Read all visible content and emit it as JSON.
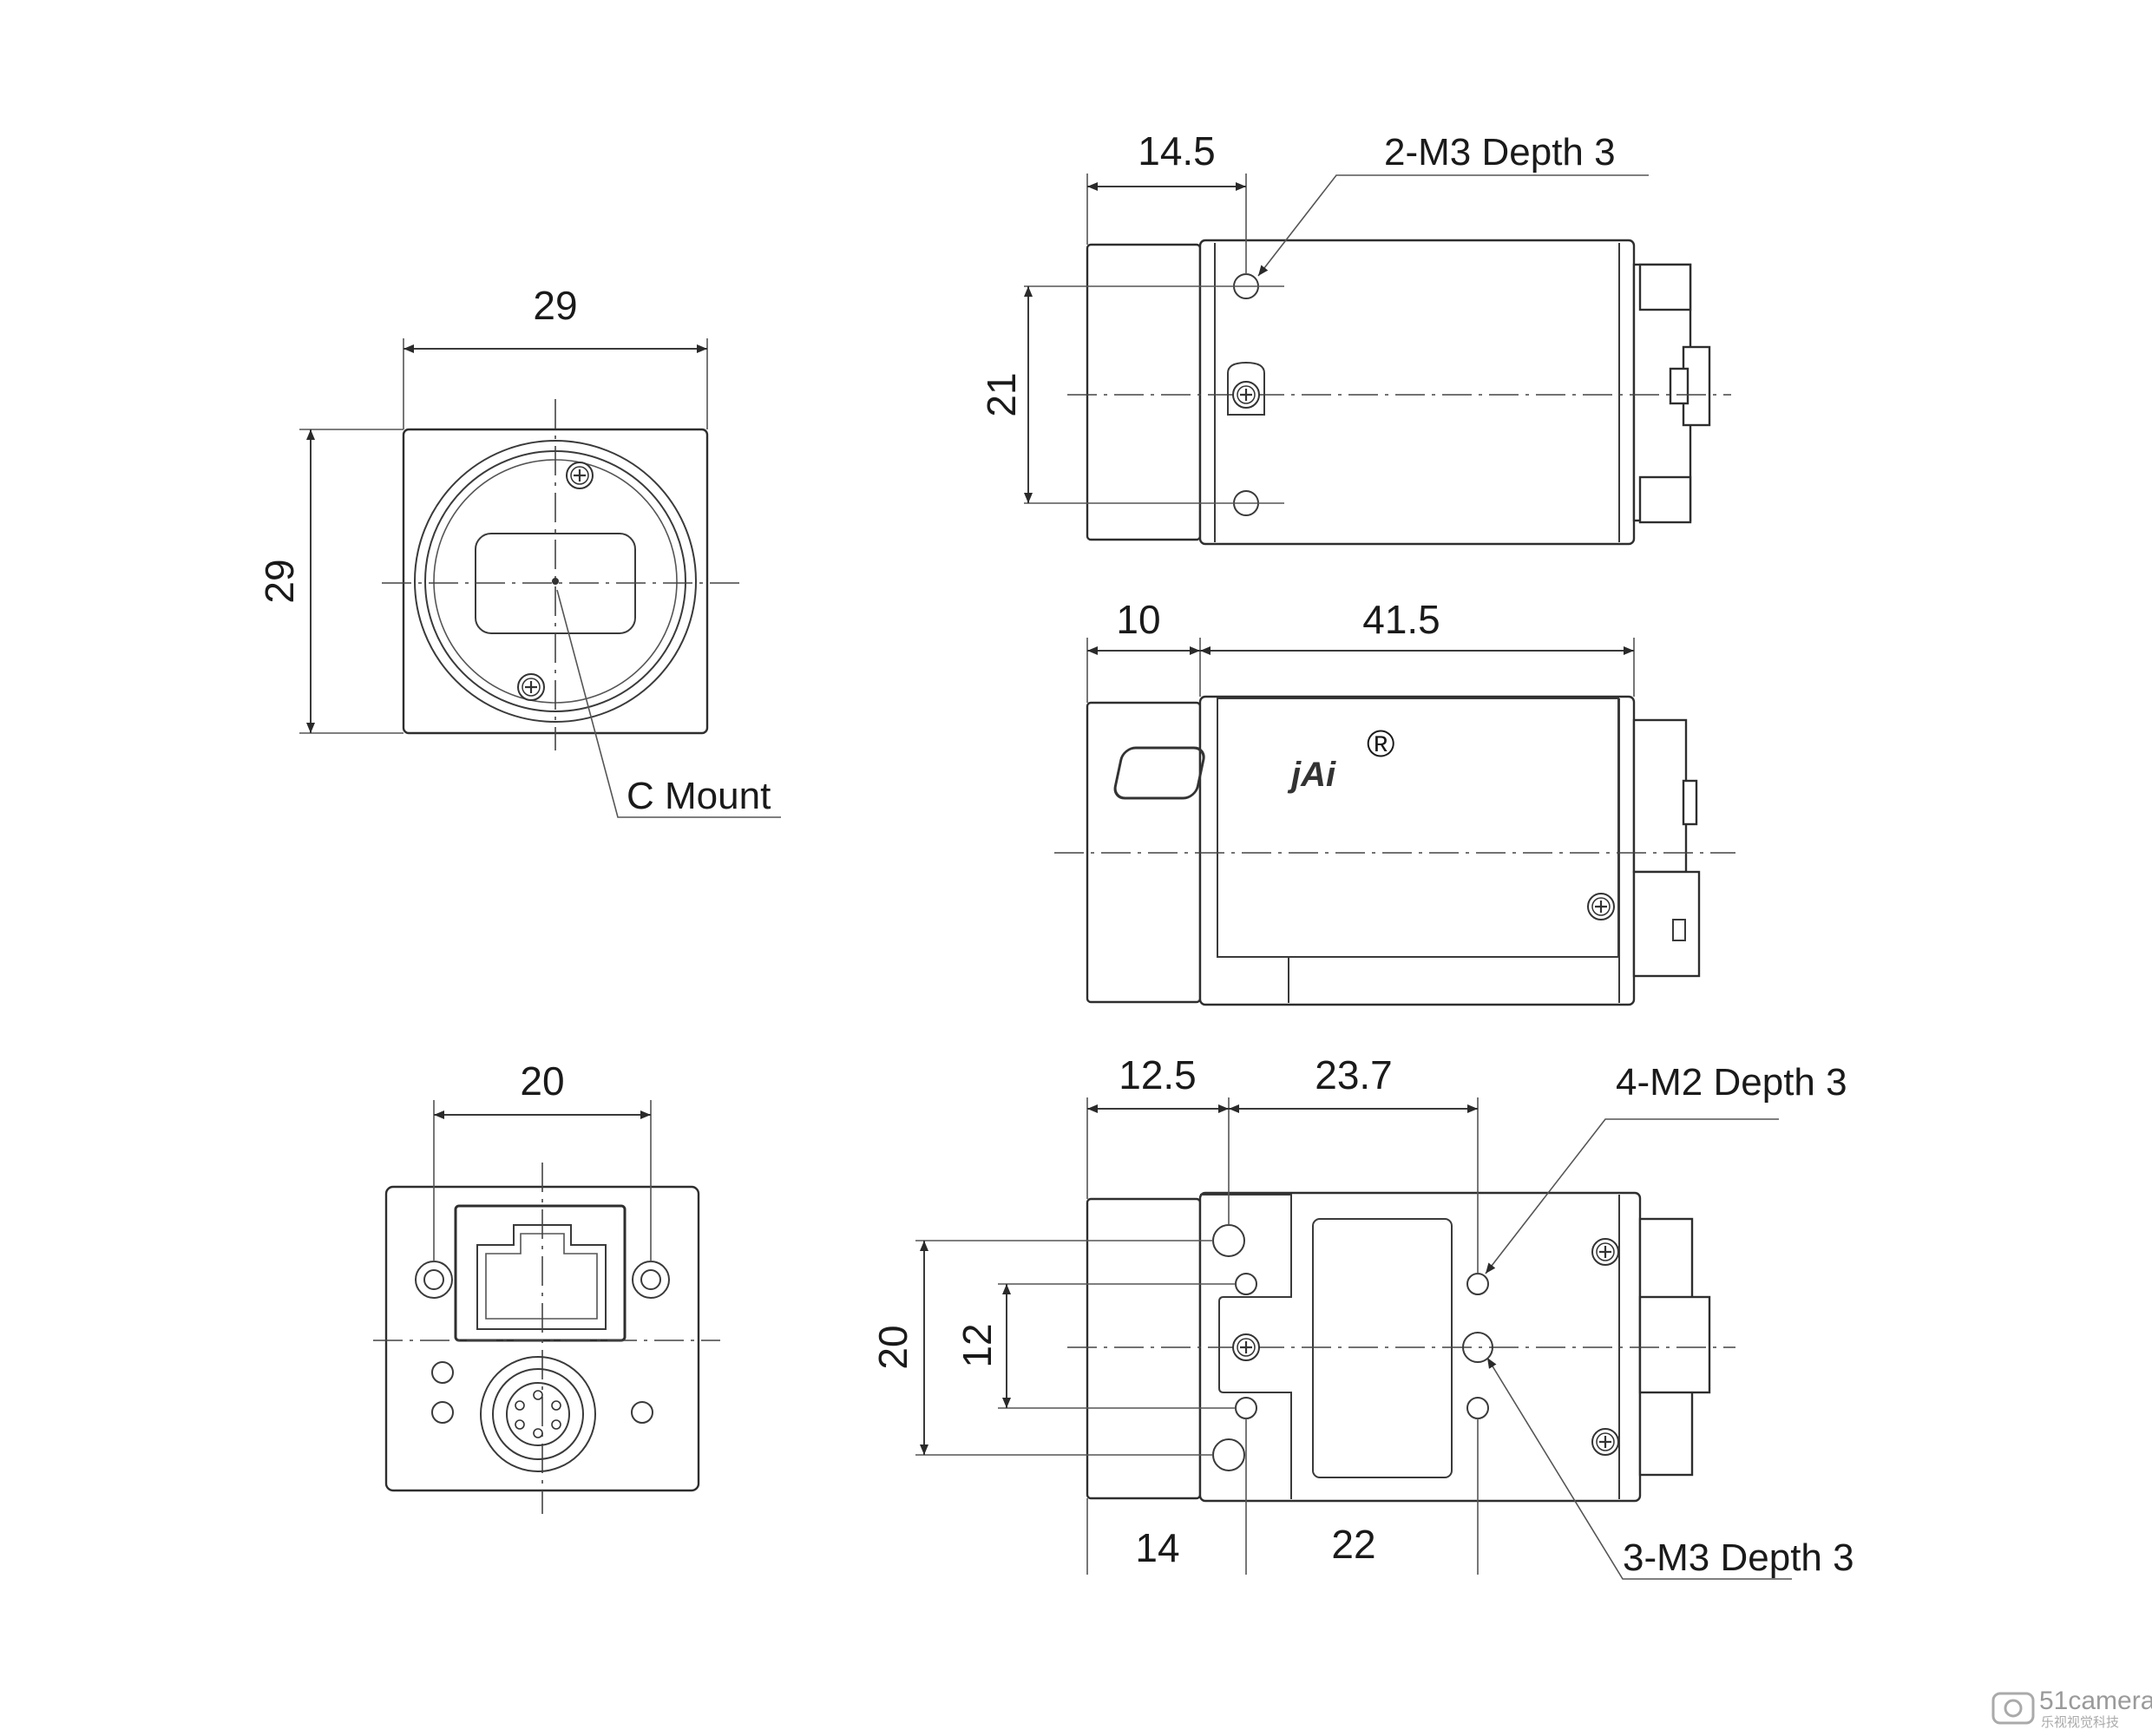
{
  "front_view": {
    "width_dim": "29",
    "height_dim": "29",
    "mount_label": "C Mount"
  },
  "top_view": {
    "lens_length_dim": "14.5",
    "hole_spacing_dim": "21",
    "hole_callout": "2-M3 Depth 3"
  },
  "side_view": {
    "lens_length_dim": "10",
    "body_length_dim": "41.5",
    "logo_text": "jAi",
    "logo_mark": "®"
  },
  "rear_view": {
    "connector_spacing_dim": "20"
  },
  "bottom_view": {
    "dim_12_5": "12.5",
    "dim_23_7": "23.7",
    "dim_20": "20",
    "dim_12": "12",
    "dim_14": "14",
    "dim_22": "22",
    "m2_callout": "4-M2 Depth 3",
    "m3_callout": "3-M3 Depth 3"
  },
  "watermark": {
    "text": "51camera",
    "subtext": "乐视视觉科技"
  }
}
